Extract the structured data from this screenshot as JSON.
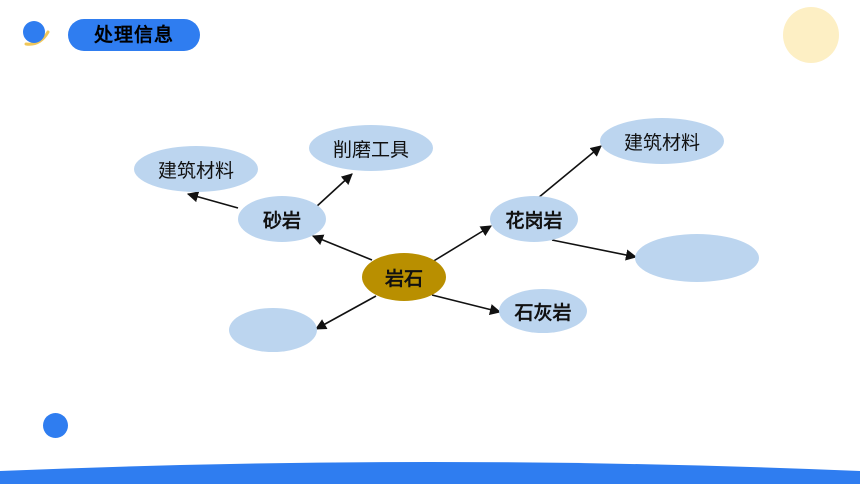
{
  "header": {
    "title": "处理信息"
  },
  "diagram": {
    "center": "岩石",
    "nodes": {
      "sandstone": "砂岩",
      "granite": "花岗岩",
      "limestone": "石灰岩",
      "sandstone_use_1": "建筑材料",
      "sandstone_use_2": "削磨工具",
      "granite_use_1": "建筑材料",
      "granite_use_2": "",
      "blank_rock": ""
    }
  },
  "colors": {
    "accent_blue": "#2f7df0",
    "node_fill": "#bcd5ef",
    "center_fill": "#b98f00",
    "deco_yellow": "#fdefc4"
  }
}
